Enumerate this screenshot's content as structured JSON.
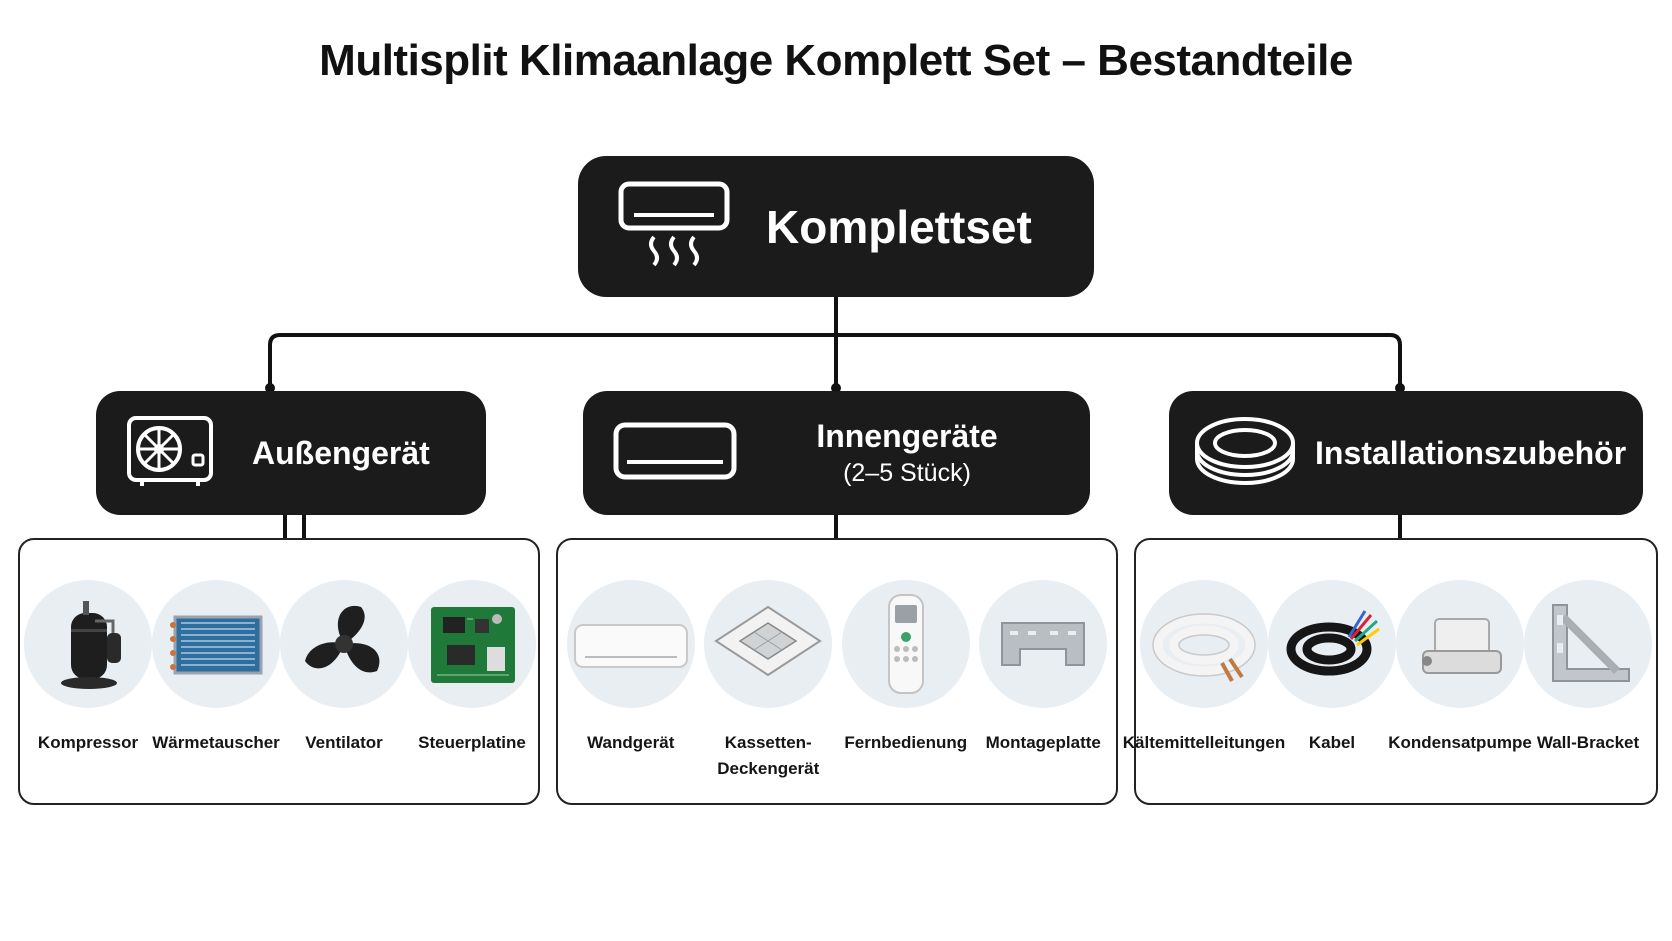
{
  "title": "Multisplit Klimaanlage Komplett Set – Bestandteile",
  "root": {
    "label": "Komplettset",
    "icon": "air-conditioner-icon"
  },
  "categories": [
    {
      "label": "Außengerät",
      "icon": "outdoor-unit-icon",
      "items": [
        {
          "label": "Kompressor",
          "icon": "compressor-icon"
        },
        {
          "label": "Wärmetauscher",
          "icon": "heat-exchanger-icon"
        },
        {
          "label": "Ventilator",
          "icon": "fan-icon"
        },
        {
          "label": "Steuerplatine",
          "icon": "circuit-board-icon"
        }
      ]
    },
    {
      "label": "Innengeräte",
      "sublabel": "(2–5 Stück)",
      "icon": "indoor-unit-icon",
      "items": [
        {
          "label": "Wandgerät",
          "icon": "wall-unit-icon"
        },
        {
          "label": "Kassetten-\nDeckengerät",
          "icon": "cassette-unit-icon"
        },
        {
          "label": "Fernbedienung",
          "icon": "remote-control-icon"
        },
        {
          "label": "Montageplatte",
          "icon": "mounting-plate-icon"
        }
      ]
    },
    {
      "label": "Installationszubehör",
      "icon": "pipe-coil-icon",
      "items": [
        {
          "label": "Kältemittelleitungen",
          "icon": "refrigerant-pipes-icon"
        },
        {
          "label": "Kabel",
          "icon": "cable-icon"
        },
        {
          "label": "Kondensatpumpe",
          "icon": "condensate-pump-icon"
        },
        {
          "label": "Wall-Bracket",
          "icon": "wall-bracket-icon"
        }
      ]
    }
  ],
  "colors": {
    "node_bg": "#1b1b1b",
    "node_text": "#ffffff",
    "thumb_bg": "#e9eef3",
    "line": "#111111"
  }
}
